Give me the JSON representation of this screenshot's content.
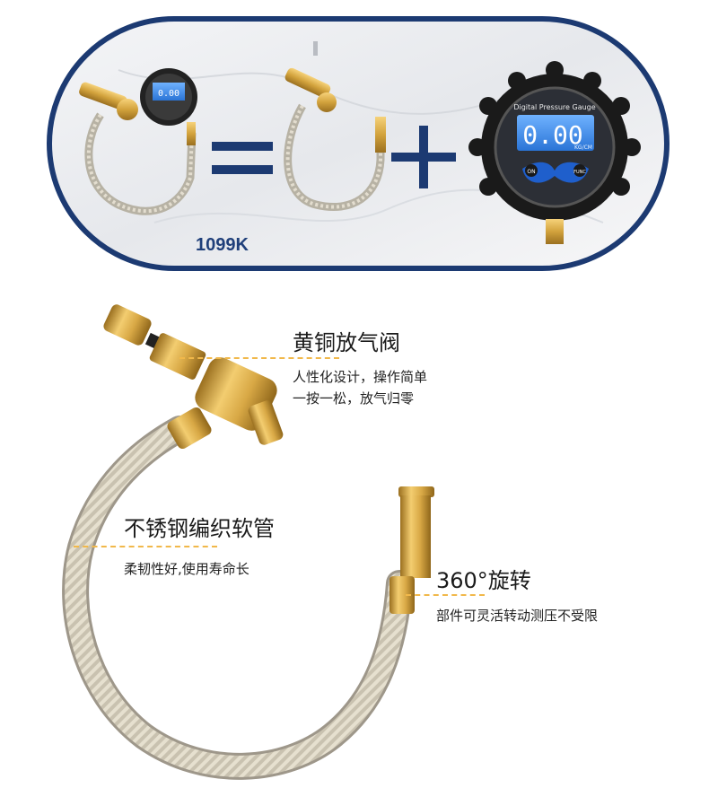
{
  "top": {
    "model_code": "1099K",
    "gauge_title": "Digital Pressure Gauge",
    "gauge_reading": "0.00",
    "gauge_unit": "KG/CM",
    "btn_on": "ON",
    "btn_func": "FUNC"
  },
  "features": [
    {
      "title": "黄铜放气阀",
      "desc": [
        "人性化设计，操作简单",
        "一按一松，放气归零"
      ]
    },
    {
      "title": "不锈钢编织软管",
      "desc": [
        "柔韧性好,使用寿命长"
      ]
    },
    {
      "title": "360°旋转",
      "desc": [
        "部件可灵活转动测压不受限"
      ]
    }
  ],
  "colors": {
    "navy": "#1c3a72",
    "brass": "#d7a742",
    "dash": "#f1b84a"
  }
}
